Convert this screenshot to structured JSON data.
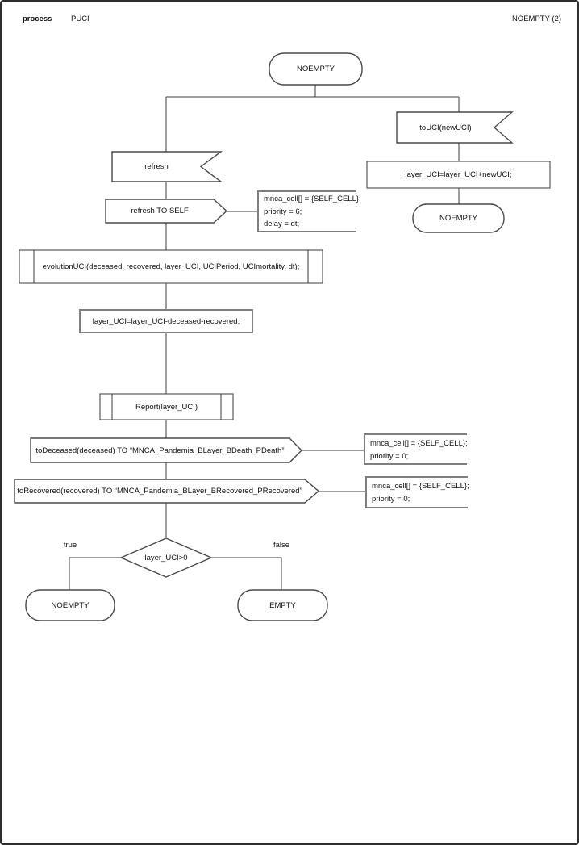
{
  "page": {
    "kind_label": "process",
    "process_name": "PUCI",
    "page_label": "NOEMPTY (2)"
  },
  "diagram": {
    "start_state": "NOEMPTY",
    "signal_in_touci": "toUCI(newUCI)",
    "task_add_newuci": "layer_UCI=layer_UCI+newUCI;",
    "next_state_right": "NOEMPTY",
    "signal_in_refresh": "refresh",
    "signal_out_refresh_self": "refresh TO SELF",
    "comment_refresh": [
      "mnca_cell[] = {SELF_CELL};",
      "priority = 6;",
      "delay = dt;"
    ],
    "procedure_evolution": "evolutionUCI(deceased, recovered, layer_UCI, UCIPeriod, UCImortality, dt);",
    "task_subtract": "layer_UCI=layer_UCI-deceased-recovered;",
    "procedure_report": "Report(layer_UCI)",
    "signal_out_deceased": "toDeceased(deceased) TO “MNCA_Pandemia_BLayer_BDeath_PDeath”",
    "comment_deceased": [
      "mnca_cell[] = {SELF_CELL};",
      "priority = 0;"
    ],
    "signal_out_recovered": "toRecovered(recovered) TO “MNCA_Pandemia_BLayer_BRecovered_PRecovered”",
    "comment_recovered": [
      "mnca_cell[] = {SELF_CELL};",
      "priority = 0;"
    ],
    "decision": "layer_UCI>0",
    "branch_true": "true",
    "branch_false": "false",
    "next_state_true": "NOEMPTY",
    "next_state_false": "EMPTY"
  },
  "colors": {
    "background": "#ffffff",
    "shape_stroke": "#404040",
    "comment_stroke": "#7f7f7f",
    "text": "#111111",
    "frame": "#2e2e2e"
  }
}
